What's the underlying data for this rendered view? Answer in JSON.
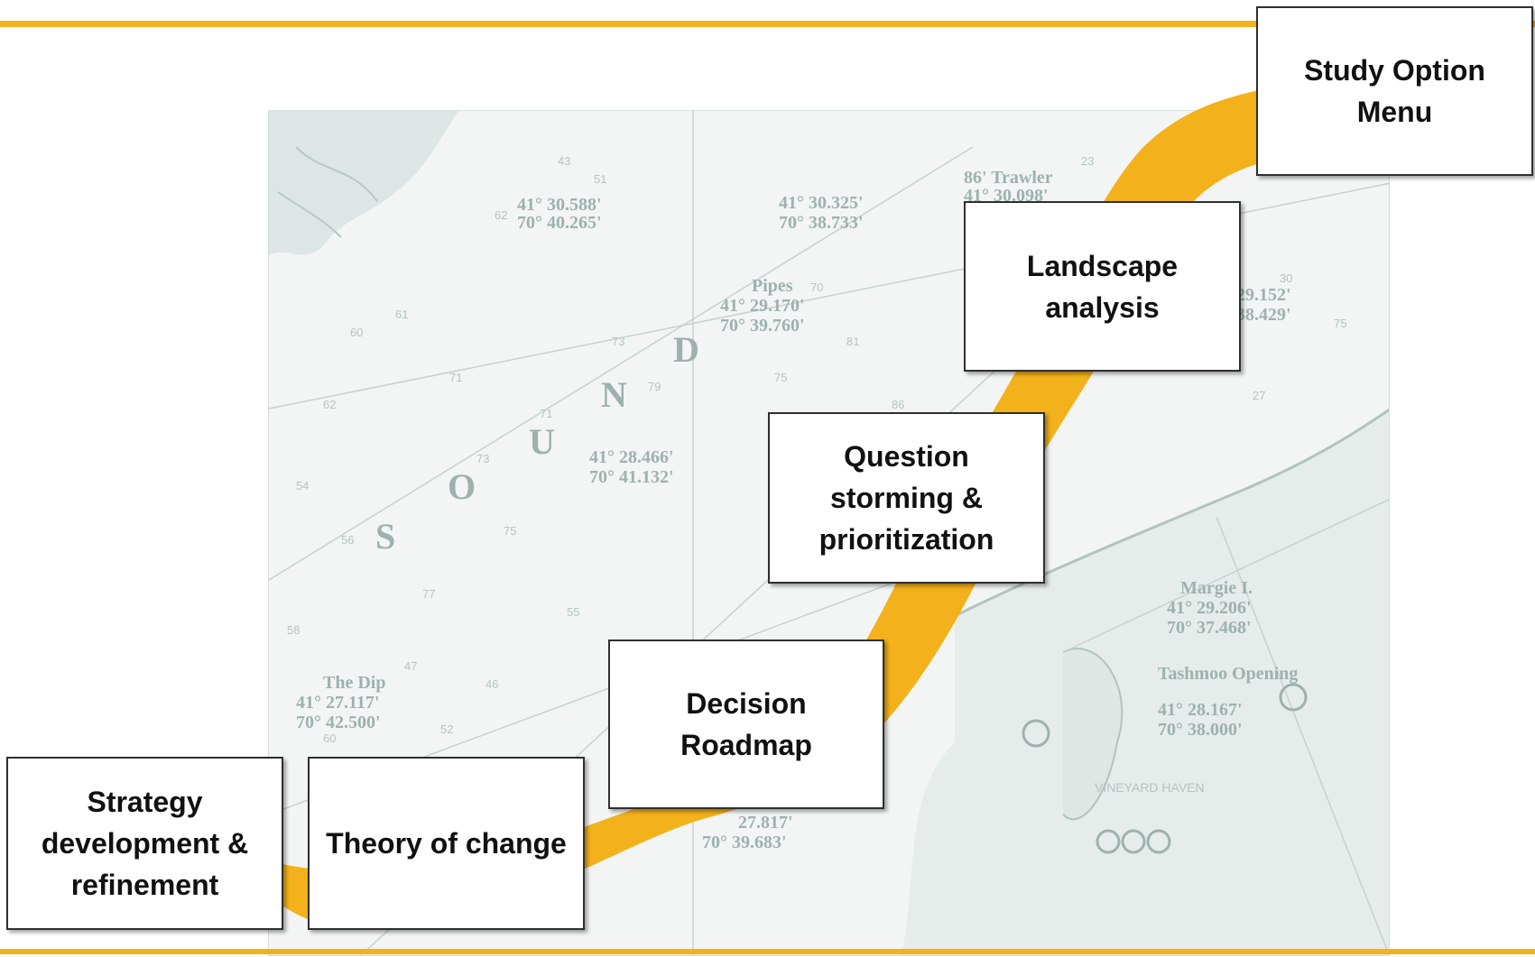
{
  "colors": {
    "accent": "#f3b21b",
    "map_ink": "#9fb1ad",
    "box_border": "#2f2f2f"
  },
  "steps": [
    {
      "id": "strategy",
      "label": "Strategy\ndevelopment &\nrefinement"
    },
    {
      "id": "theory",
      "label": "Theory of change"
    },
    {
      "id": "decision",
      "label": "Decision\nRoadmap"
    },
    {
      "id": "question",
      "label": "Question\nstorming &\nprioritization"
    },
    {
      "id": "landscape",
      "label": "Landscape\nanalysis"
    },
    {
      "id": "study",
      "label": "Study Option\nMenu"
    }
  ],
  "map": {
    "sound_letters": [
      "S",
      "O",
      "U",
      "N",
      "D"
    ],
    "labels": [
      {
        "id": "trawler",
        "title": "86' Trawler",
        "lat": "41° 30.098'",
        "lon": ""
      },
      {
        "id": "wp1",
        "title": "",
        "lat": "41° 30.588'",
        "lon": "70° 40.265'"
      },
      {
        "id": "wp2",
        "title": "",
        "lat": "41° 30.325'",
        "lon": "70° 38.733'"
      },
      {
        "id": "pipes",
        "title": "Pipes",
        "lat": "41° 29.170'",
        "lon": "70° 39.760'"
      },
      {
        "id": "wp4",
        "title": "",
        "lat": "29.152'",
        "lon": "38.429'"
      },
      {
        "id": "wp5",
        "title": "",
        "lat": "41° 28.466'",
        "lon": "70° 41.132'"
      },
      {
        "id": "margie",
        "title": "Margie I.",
        "lat": "41° 29.206'",
        "lon": "70° 37.468'"
      },
      {
        "id": "tashmoo",
        "title": "Tashmoo Opening",
        "lat": "41° 28.167'",
        "lon": "70° 38.000'"
      },
      {
        "id": "dip",
        "title": "The Dip",
        "lat": "41° 27.117'",
        "lon": "70° 42.500'"
      },
      {
        "id": "wp9",
        "title": "",
        "lat": "27.817'",
        "lon": "70° 39.683'"
      }
    ],
    "vineyard_haven": "VINEYARD HAVEN"
  }
}
